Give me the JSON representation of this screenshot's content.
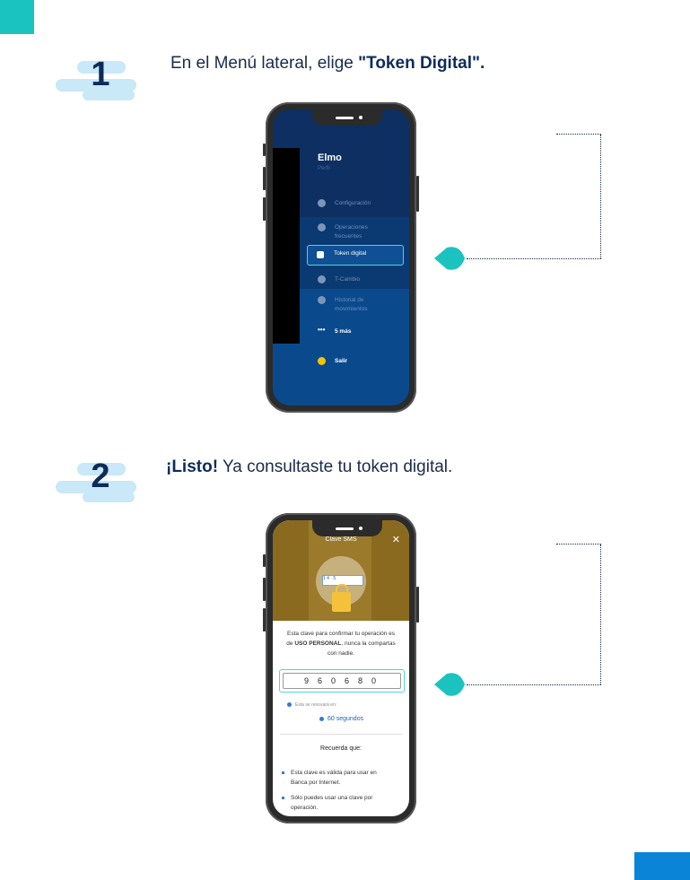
{
  "colors": {
    "accent_teal": "#1bc3c0",
    "accent_blue": "#0a84d6",
    "navy": "#0d2c5a"
  },
  "step1": {
    "number": "1",
    "text_prefix": "En el Menú lateral, elige ",
    "text_bold": "\"Token Digital\".",
    "menu": {
      "user_name": "Elmo",
      "profile_label": "Perfil",
      "items": [
        {
          "label": "Configuración",
          "icon": "gear-icon"
        },
        {
          "label_line1": "Operaciones",
          "label_line2": "frecuentes",
          "icon": "chat-icon"
        },
        {
          "label": "Token digital",
          "icon": "token-icon"
        },
        {
          "label": "T-Cambio",
          "icon": "exchange-icon"
        },
        {
          "label_line1": "Historial de",
          "label_line2": "movimientos",
          "icon": "history-icon"
        },
        {
          "label": "5 más",
          "icon": "more-icon"
        },
        {
          "label": "Salir",
          "icon": "exit-icon"
        }
      ]
    }
  },
  "step2": {
    "number": "2",
    "text_bold": "¡Listo!",
    "text_rest": " Ya consultaste tu token digital.",
    "sms": {
      "title": "Clave SMS",
      "close_glyph": "✕",
      "card_text": "1  4  ·  5",
      "body_line1": "Esta clave para confirmar tu operación es",
      "body_line2_prefix": "de ",
      "body_line2_bold": "USO PERSONAL",
      "body_line2_suffix": ", nunca la compartas",
      "body_line3": "con nadie.",
      "code": "960680",
      "renew_text": "Esta se renovará en:",
      "seconds": "60 segundos",
      "reminder_title": "Recuerda que:",
      "bullet1_line1": "Esta clave es válida para usar en",
      "bullet1_line2": "Banca por Internet.",
      "bullet2_line1": "Sólo puedes usar una clave por",
      "bullet2_line2": "operación."
    }
  }
}
